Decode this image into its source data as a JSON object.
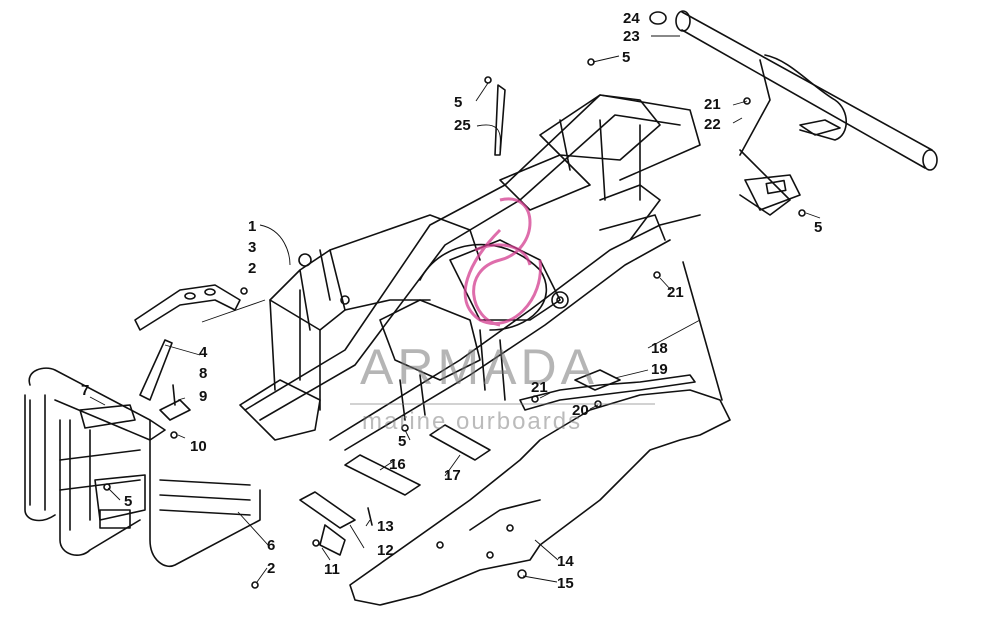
{
  "diagram": {
    "callouts": [
      "24",
      "23",
      "5",
      "5",
      "25",
      "21",
      "22",
      "1",
      "3",
      "2",
      "4",
      "8",
      "9",
      "7",
      "10",
      "5",
      "5",
      "16",
      "17",
      "21",
      "20",
      "18",
      "19",
      "5",
      "21",
      "13",
      "12",
      "11",
      "6",
      "2",
      "14",
      "15"
    ]
  },
  "watermark": {
    "brand": "ARMADA",
    "tagline": "marine ourboards",
    "color": "#d33d8f"
  }
}
